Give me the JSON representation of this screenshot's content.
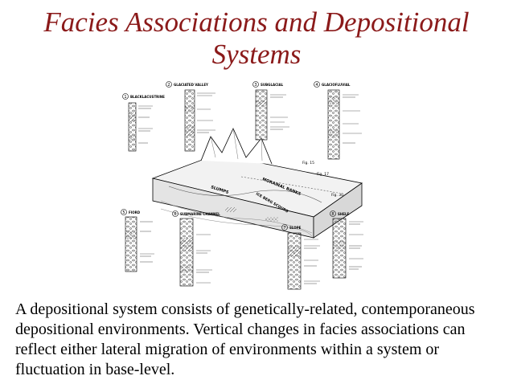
{
  "slide": {
    "title_line1": "Facies Associations and Depositional",
    "title_line2": "Systems",
    "body": "A depositional system consists of genetically-related, contemporaneous depositional environments.  Vertical changes in facies associations can reflect either lateral migration of environments within a system or fluctuation in base-level."
  },
  "figure": {
    "panels": [
      {
        "num": "1",
        "label": "BLACKLACUSTRINE"
      },
      {
        "num": "2",
        "label": "GLACIATED VALLEY"
      },
      {
        "num": "3",
        "label": "SUBGLACIAL"
      },
      {
        "num": "4",
        "label": "GLACIOFLUVIAL"
      },
      {
        "num": "5",
        "label": "FIORD"
      },
      {
        "num": "6",
        "label": "SUBMARINE CHANNEL"
      },
      {
        "num": "7",
        "label": "SLOPE"
      },
      {
        "num": "8",
        "label": "SHELF"
      }
    ],
    "block_labels": {
      "slumps": "SLUMPS",
      "morainal": "MORAINAL BANKS",
      "ice": "ICE BERG SCOURS",
      "fig15": "Fig. 15",
      "fig17": "Fig. 17",
      "fig30": "Fig. 30"
    }
  }
}
